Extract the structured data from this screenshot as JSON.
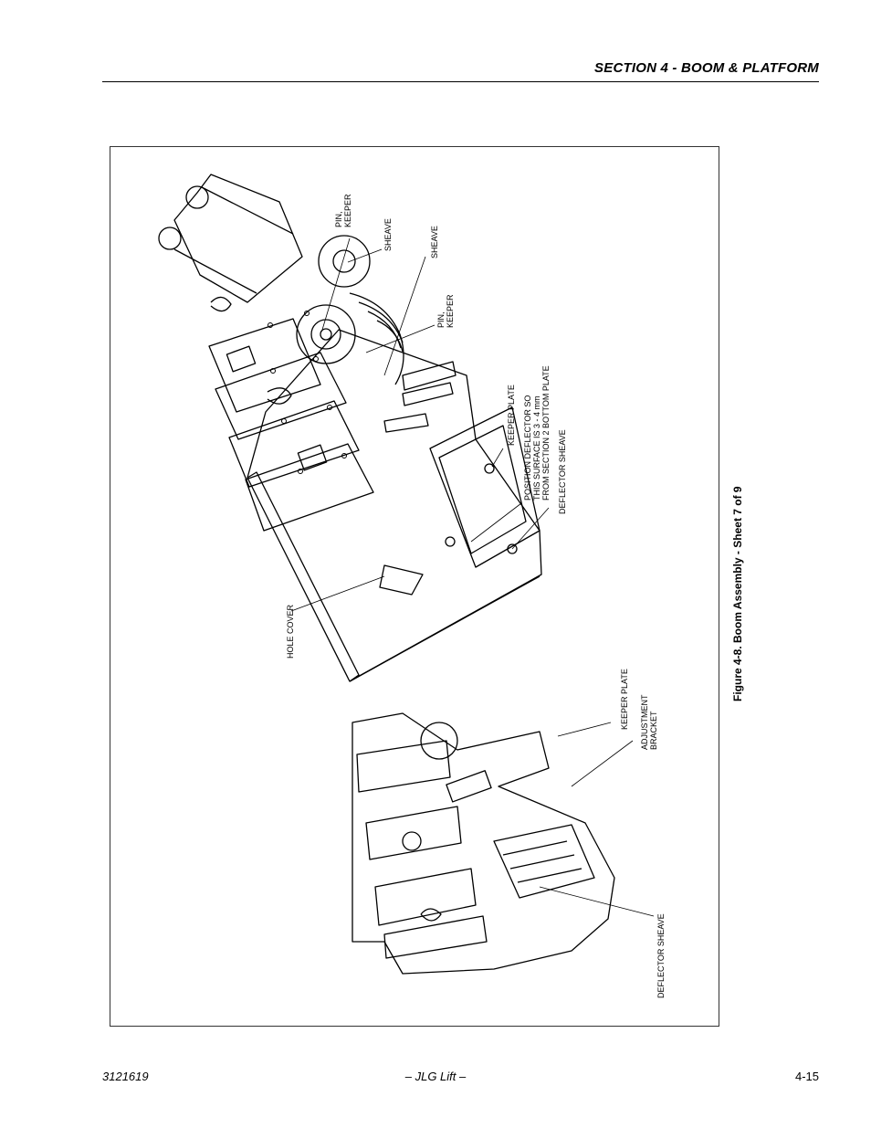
{
  "header": {
    "section_title": "SECTION 4 - BOOM & PLATFORM"
  },
  "figure": {
    "caption": "Figure 4-8.  Boom Assembly - Sheet 7 of 9",
    "callouts": {
      "pin_keeper_top": [
        "PIN,",
        "KEEPER"
      ],
      "sheave_1": "SHEAVE",
      "sheave_2": "SHEAVE",
      "pin_keeper_mid": [
        "PIN,",
        "KEEPER"
      ],
      "keeper_plate_upper": "KEEPER PLATE",
      "position_note": [
        "POSITION DEFLECTOR SO",
        "THIS SURFACE IS 3 - 4 mm",
        "FROM SECTION 2 BOTTOM PLATE"
      ],
      "deflector_sheave_upper": "DEFLECTOR SHEAVE",
      "hole_cover": "HOLE COVER",
      "keeper_plate_lower": "KEEPER PLATE",
      "adjustment_bracket": [
        "ADJUSTMENT",
        "BRACKET"
      ],
      "deflector_sheave_lower": "DEFLECTOR SHEAVE"
    }
  },
  "footer": {
    "doc_number": "3121619",
    "brand": "– JLG Lift –",
    "page_number": "4-15"
  }
}
